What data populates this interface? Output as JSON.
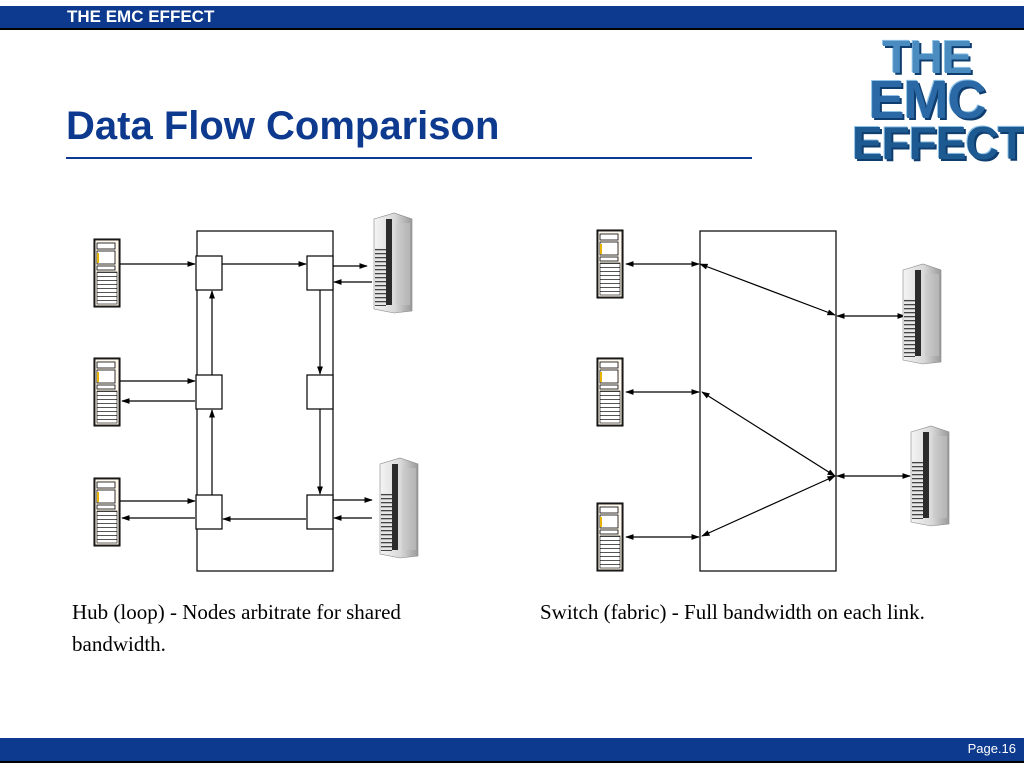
{
  "header": {
    "banner_text": "THE EMC EFFECT"
  },
  "slide": {
    "title": "Data Flow Comparison"
  },
  "logo": {
    "line1": "THE",
    "line2": "EMC",
    "line3": "EFFECT"
  },
  "captions": {
    "hub": "Hub (loop) - Nodes arbitrate for shared bandwidth.",
    "switch": "Switch (fabric) - Full bandwidth on each link."
  },
  "footer": {
    "page_label": "Page.16"
  }
}
